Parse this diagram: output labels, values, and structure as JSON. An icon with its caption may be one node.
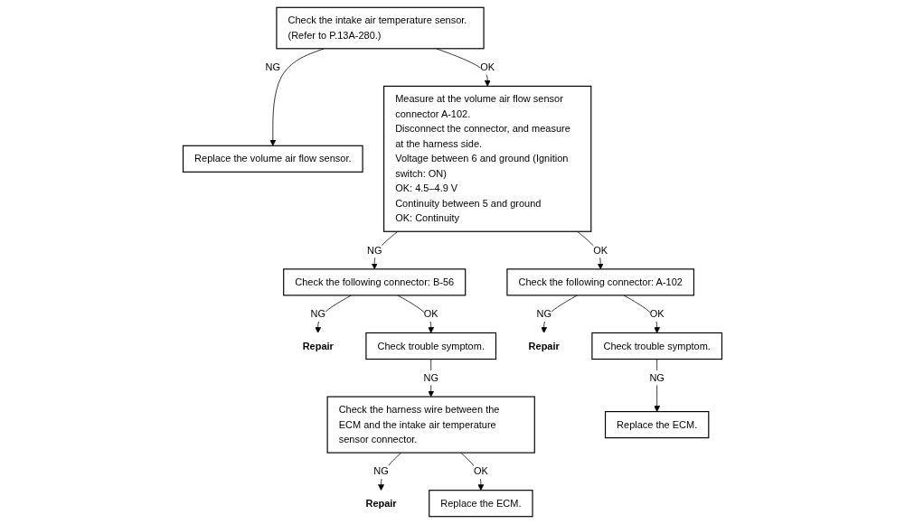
{
  "diagram": {
    "nodes": [
      {
        "text": [
          "Check the intake air temperature sensor. (Refer to P.13A-280.)"
        ]
      },
      {
        "text": [
          "Replace the volume air flow sensor."
        ]
      },
      {
        "text": [
          "Measure at the volume air flow sensor connector A-102.",
          "Disconnect the connector, and measure at the harness side.",
          "Voltage between 6 and ground (Ignition switch: ON)",
          "OK: 4.5–4.9 V",
          "Continuity between 5 and ground",
          "OK: Continuity"
        ]
      },
      {
        "text": [
          "Check the following connector: B-56"
        ]
      },
      {
        "text": [
          "Repair"
        ]
      },
      {
        "text": [
          "Check trouble symptom."
        ]
      },
      {
        "text": [
          "Check the harness wire between the ECM and the intake air temperature sensor connector."
        ]
      },
      {
        "text": [
          "Repair"
        ]
      },
      {
        "text": [
          "Replace the ECM."
        ]
      },
      {
        "text": [
          "Check the following connector: A-102"
        ]
      },
      {
        "text": [
          "Repair"
        ]
      },
      {
        "text": [
          "Check trouble symptom."
        ]
      },
      {
        "text": [
          "Replace the ECM."
        ]
      }
    ],
    "edges": [
      {
        "from": 0,
        "to": 1,
        "arrow": "to",
        "label": "NG"
      },
      {
        "from": 0,
        "to": 2,
        "arrow": "to",
        "label": "OK"
      },
      {
        "from": 2,
        "to": 3,
        "arrow": "to",
        "label": "NG"
      },
      {
        "from": 3,
        "to": 4,
        "arrow": "to",
        "label": "NG"
      },
      {
        "from": 3,
        "to": 5,
        "arrow": "to",
        "label": "OK"
      },
      {
        "from": 5,
        "to": 6,
        "arrow": "to",
        "label": "NG"
      },
      {
        "from": 6,
        "to": 7,
        "arrow": "to",
        "label": "NG"
      },
      {
        "from": 6,
        "to": 8,
        "arrow": "to",
        "label": "OK"
      },
      {
        "from": 2,
        "to": 9,
        "arrow": "to",
        "label": "OK"
      },
      {
        "from": 9,
        "to": 10,
        "arrow": "to",
        "label": "NG"
      },
      {
        "from": 9,
        "to": 11,
        "arrow": "to",
        "label": "OK"
      },
      {
        "from": 11,
        "to": 12,
        "arrow": "to",
        "label": "NG"
      }
    ]
  }
}
